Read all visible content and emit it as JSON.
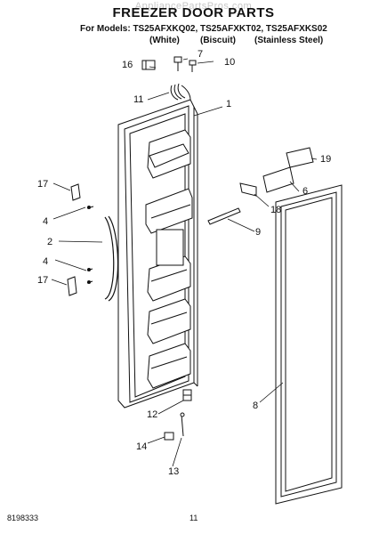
{
  "header": {
    "watermark": "AppliancePartsPros.com",
    "title": "FREEZER DOOR PARTS",
    "models_line": "For Models: TS25AFXKQ02, TS25AFXKT02, TS25AFXKS02",
    "finishes": [
      "(White)",
      "(Biscuit)",
      "(Stainless Steel)"
    ]
  },
  "callouts": {
    "n1": "1",
    "n2": "2",
    "n4a": "4",
    "n4b": "4",
    "n6": "6",
    "n7": "7",
    "n8": "8",
    "n9": "9",
    "n10": "10",
    "n11": "11",
    "n12": "12",
    "n13": "13",
    "n14": "14",
    "n16": "16",
    "n17a": "17",
    "n17b": "17",
    "n18": "18",
    "n19": "19"
  },
  "footer": {
    "doc_number": "8198333",
    "page_number": "11"
  }
}
